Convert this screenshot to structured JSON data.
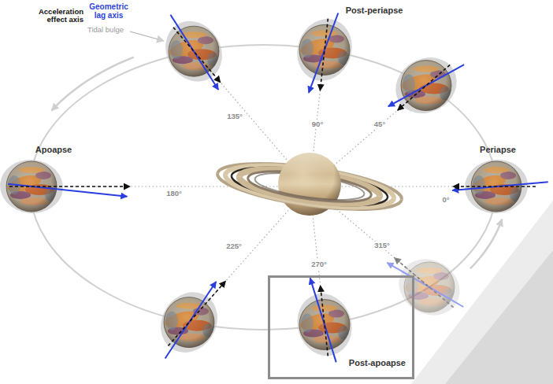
{
  "diagram": {
    "nodes": [
      {
        "text": [
          "Post-apoapse"
        ]
      }
    ],
    "labels": [
      "Acceleration effect axis",
      "Geometric lag axis",
      "Tidal bulge",
      "Post-periapse",
      "135°",
      "90°",
      "45°",
      "Apoapse",
      "180°",
      "0°",
      "Periapse",
      "225°",
      "270°",
      "315°"
    ]
  }
}
